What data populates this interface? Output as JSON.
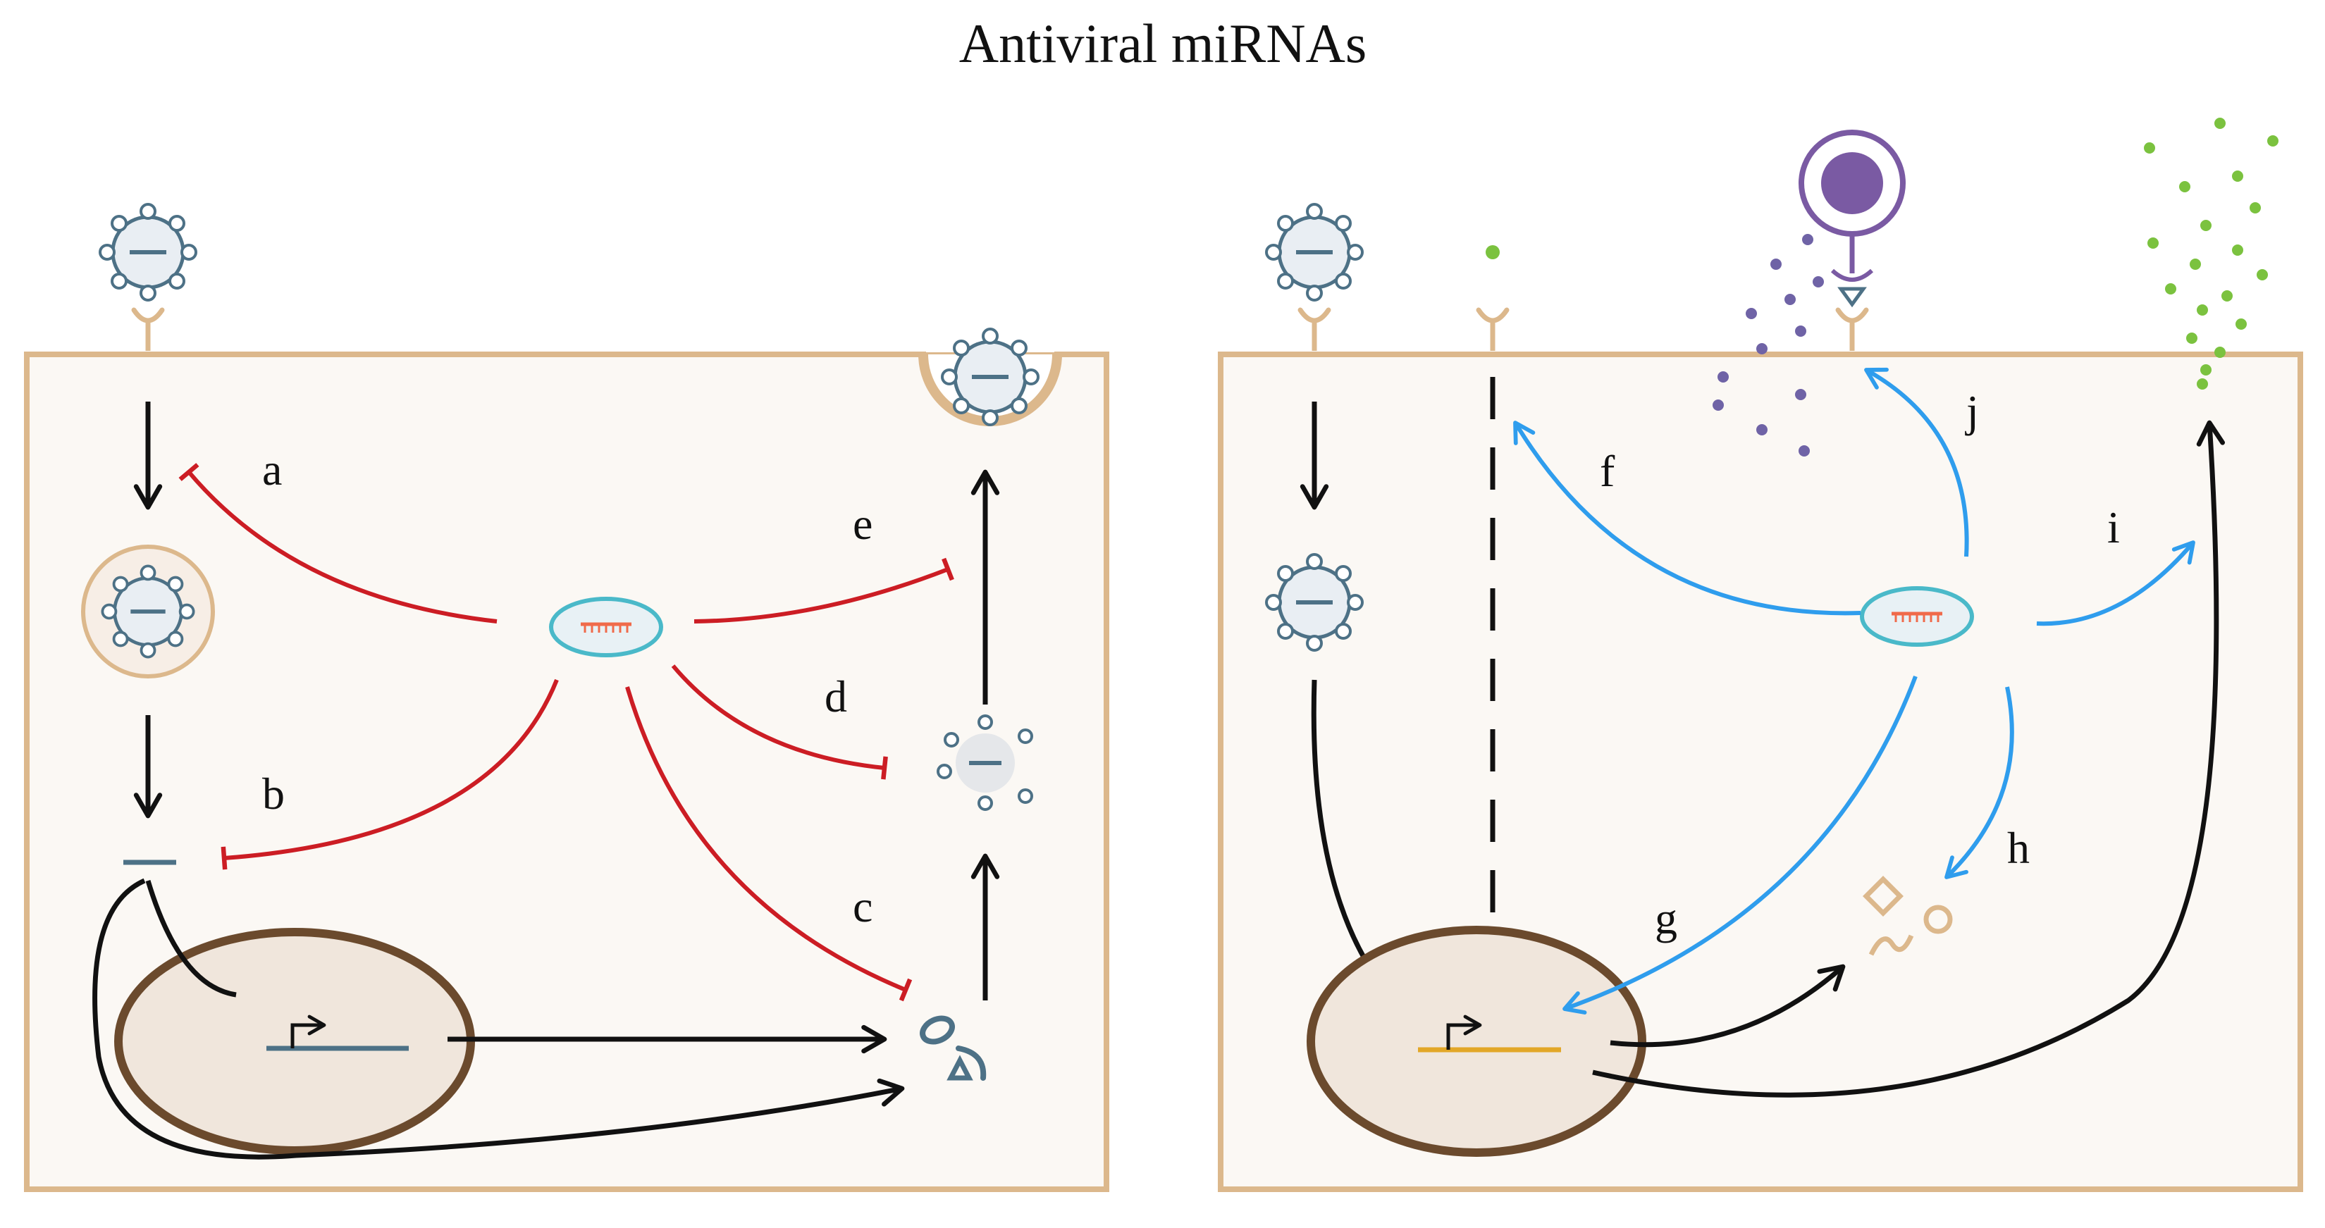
{
  "title": "Antiviral miRNAs",
  "colors": {
    "cell_fill": "#fbf8f4",
    "cell_border": "#dcb88c",
    "nucleus_fill": "#f0e6dc",
    "nucleus_border": "#6b4a2d",
    "virus_fill": "#e9eef3",
    "virus_stroke": "#4d7186",
    "mirna_fill": "#e8f1f5",
    "mirna_stroke": "#4ab9c9",
    "mirna_strand": "#f06a4a",
    "inhibit": "#cc1d24",
    "activate_blue": "#2f9ded",
    "arrow_black": "#111111",
    "gene_left": "#4d7186",
    "gene_right": "#e2a728",
    "immune_cell": "#7a5aa3",
    "purple_dots": "#6f63a6",
    "green_dots": "#7bc23f",
    "factors": "#dcb88c"
  },
  "left_panel": {
    "labels": [
      "a",
      "b",
      "c",
      "d",
      "e"
    ]
  },
  "right_panel": {
    "labels": [
      "f",
      "g",
      "h",
      "i",
      "j"
    ]
  }
}
